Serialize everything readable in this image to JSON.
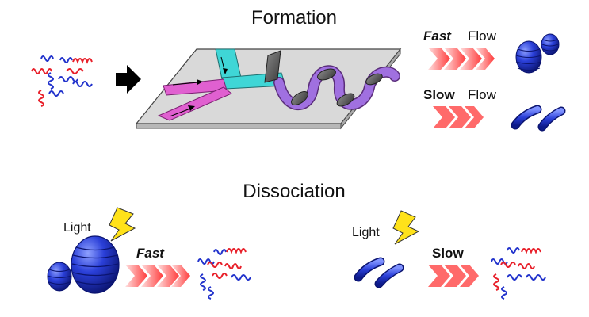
{
  "formation": {
    "title": "Formation",
    "fast_word": "Fast",
    "fast_flow": "Flow",
    "slow_word": "Slow",
    "slow_flow": "Flow"
  },
  "dissociation": {
    "title": "Dissociation",
    "left_light": "Light",
    "left_speed": "Fast",
    "right_light": "Light",
    "right_speed": "Slow"
  },
  "colors": {
    "red_chain": "#e8202a",
    "blue_chain": "#2233cc",
    "cyan_channel": "#3fd6d6",
    "magenta_channel": "#e060d0",
    "mixed_channel": "#a070e0",
    "aggregate_blue": "#2a3fd8",
    "chevron_pink": "#ff6a6a",
    "bolt_yellow": "#ffe21a"
  }
}
